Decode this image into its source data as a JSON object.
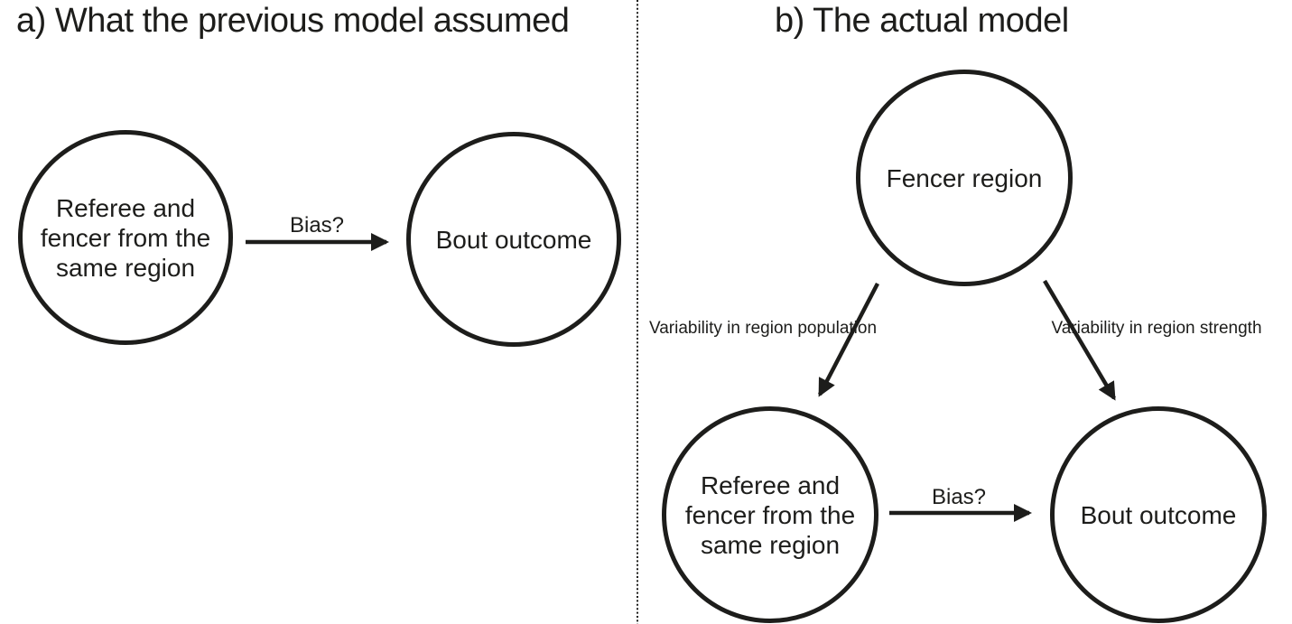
{
  "meta": {
    "figure_type": "causal-diagram",
    "ink_color": "#1d1d1b",
    "background_color": "#ffffff"
  },
  "panel_a": {
    "title": "a) What the previous model assumed",
    "nodes": {
      "cause": {
        "lines": [
          "Referee and",
          "fencer from the",
          "same region"
        ]
      },
      "outcome": {
        "lines": [
          "Bout outcome"
        ]
      }
    },
    "edges": {
      "bias": {
        "label": "Bias?"
      }
    }
  },
  "panel_b": {
    "title": "b) The actual model",
    "nodes": {
      "confounder": {
        "lines": [
          "Fencer region"
        ]
      },
      "cause": {
        "lines": [
          "Referee and",
          "fencer from the",
          "same region"
        ]
      },
      "outcome": {
        "lines": [
          "Bout outcome"
        ]
      }
    },
    "edges": {
      "population": {
        "lines": [
          "Variability in",
          "region population"
        ]
      },
      "strength": {
        "lines": [
          "Variability in",
          "region strength"
        ]
      },
      "bias": {
        "label": "Bias?"
      }
    }
  }
}
